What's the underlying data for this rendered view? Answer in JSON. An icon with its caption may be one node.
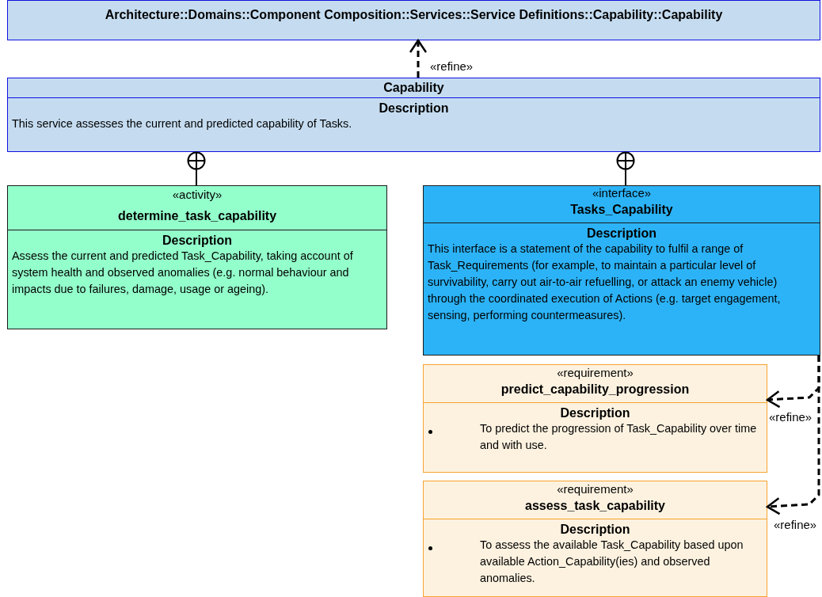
{
  "diagram": {
    "nodes": [
      {
        "text": [
          "Architecture::Domains::Component Composition::Services::Service Definitions::Capability::Capability"
        ]
      },
      {
        "text": [
          "Capability",
          "Description",
          "This service assesses the current and predicted capability of Tasks."
        ]
      },
      {
        "text": [
          "«activity»",
          "determine_task_capability",
          "Description",
          "Assess the current and predicted Task_Capability, taking account of system health and observed anomalies (e.g. normal behaviour and impacts due to failures, damage, usage or ageing)."
        ]
      },
      {
        "text": [
          "«interface»",
          "Tasks_Capability",
          "Description",
          "This interface is a statement of the capability to fulfil a range of Task_Requirements (for example, to maintain a particular level of survivability, carry out air-to-air refuelling, or attack an enemy vehicle) through the coordinated execution of Actions (e.g. target engagement, sensing, performing countermeasures)."
        ]
      },
      {
        "text": [
          "«requirement»",
          "predict_capability_progression",
          "Description",
          "To predict the progression of Task_Capability over time and with use."
        ]
      },
      {
        "text": [
          "«requirement»",
          "assess_task_capability",
          "Description",
          "To assess the available Task_Capability based upon available Action_Capability(ies) and observed anomalies."
        ]
      }
    ],
    "edges": [
      {
        "from": 1,
        "to": 0,
        "arrow": "to",
        "label": "«refine»",
        "style": "dashed"
      },
      {
        "from": 2,
        "to": 1,
        "arrow": "other"
      },
      {
        "from": 3,
        "to": 1,
        "arrow": "other"
      },
      {
        "from": 3,
        "to": 4,
        "arrow": "to",
        "label": "«refine»",
        "style": "dashed"
      },
      {
        "from": 3,
        "to": 5,
        "arrow": "to",
        "label": "«refine»",
        "style": "dashed"
      }
    ]
  }
}
